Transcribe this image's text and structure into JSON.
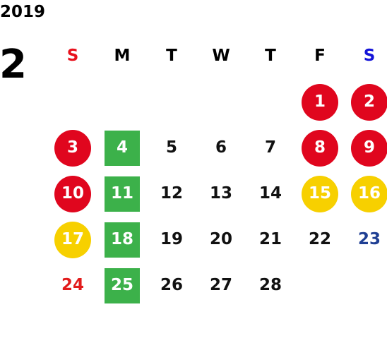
{
  "header": {
    "year": "2019",
    "month": "2"
  },
  "colors": {
    "sunday_header": "#e8101c",
    "saturday_header": "#1414d8",
    "holiday_red": "#e0061e",
    "holiday_yellow": "#f7d000",
    "closed_green": "#3cb14a",
    "sunday_text": "#e21b1b",
    "saturday_text": "#1f3f93"
  },
  "weekdays": [
    "S",
    "M",
    "T",
    "W",
    "T",
    "F",
    "S"
  ],
  "weeks": [
    [
      "",
      "",
      "",
      "",
      "",
      "1",
      "2"
    ],
    [
      "3",
      "4",
      "5",
      "6",
      "7",
      "8",
      "9"
    ],
    [
      "10",
      "11",
      "12",
      "13",
      "14",
      "15",
      "16"
    ],
    [
      "17",
      "18",
      "19",
      "20",
      "21",
      "22",
      "23"
    ],
    [
      "24",
      "25",
      "26",
      "27",
      "28",
      "",
      ""
    ]
  ]
}
